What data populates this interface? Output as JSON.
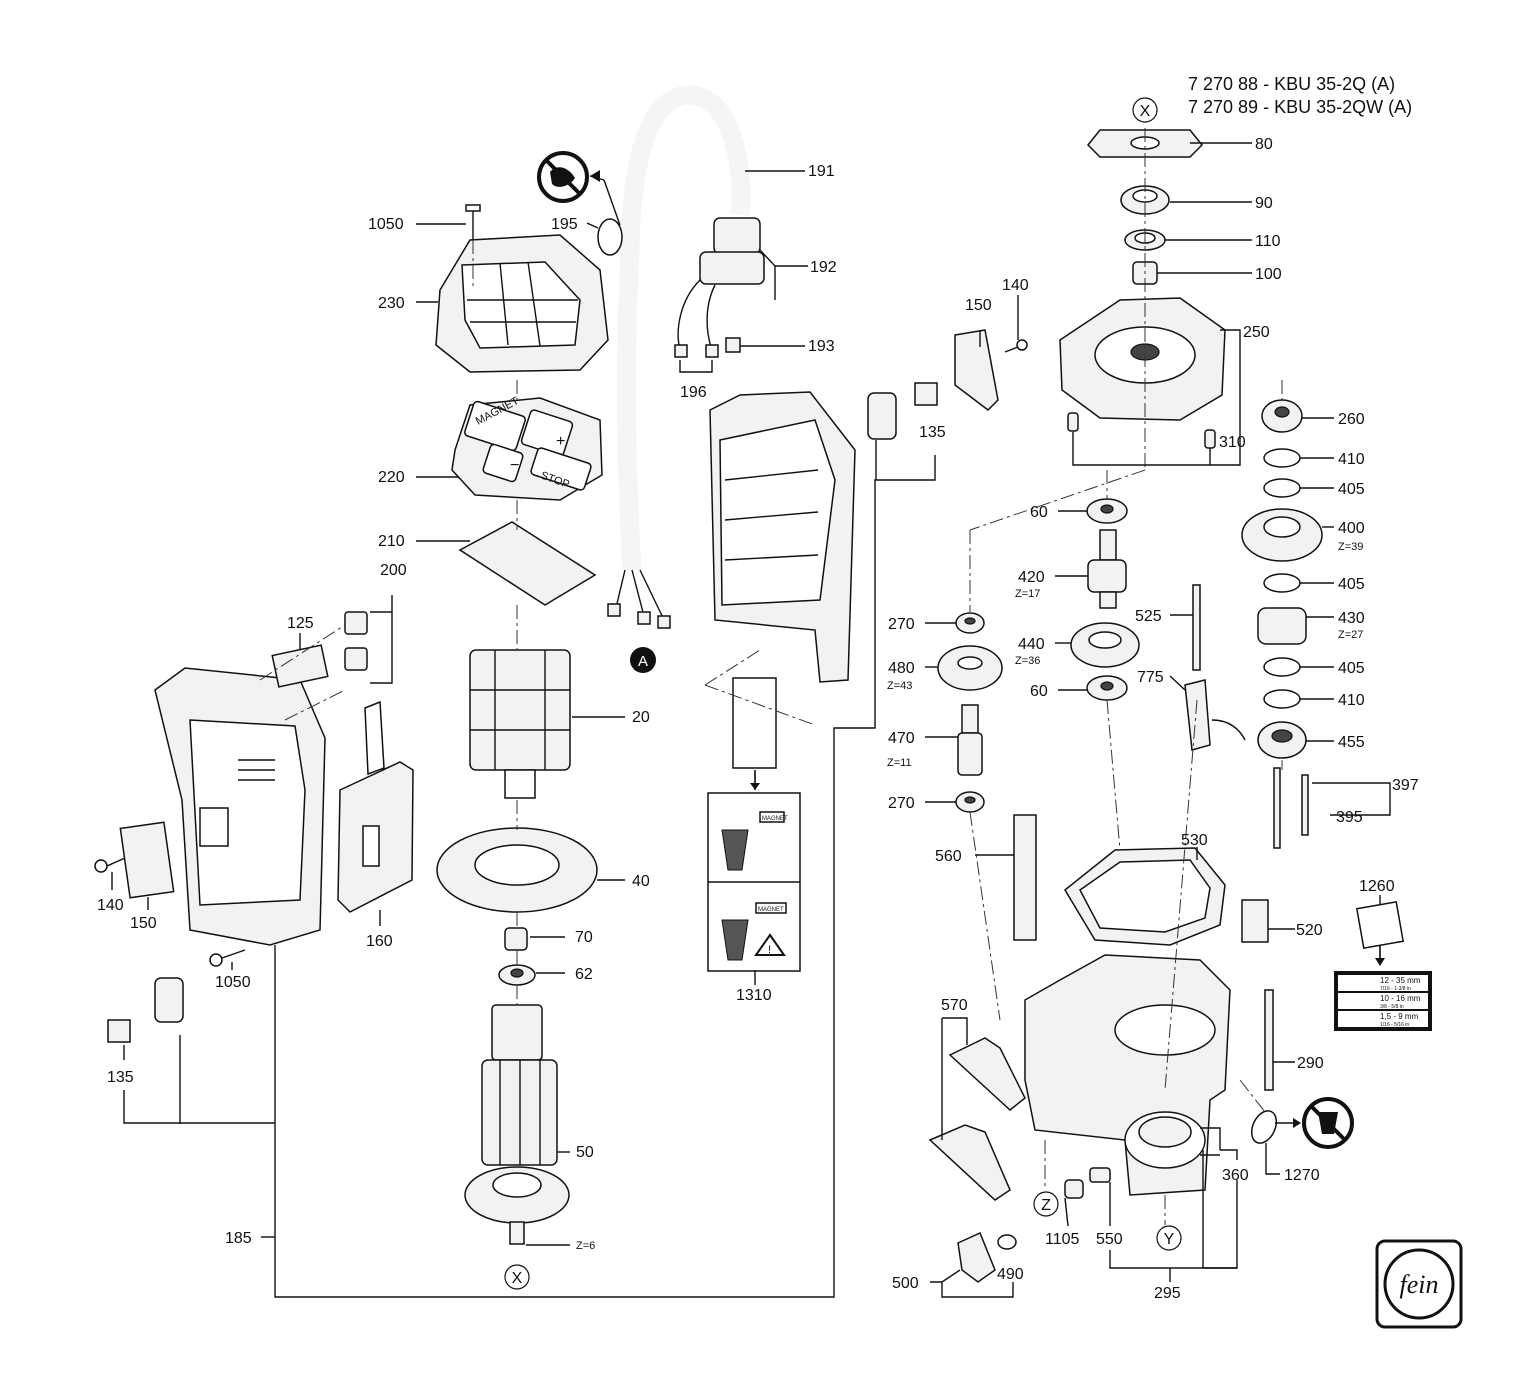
{
  "header": {
    "model_line_1": "7 270 88 - KBU 35-2Q (A)",
    "model_line_2": "7 270 89 - KBU 35-2QW (A)"
  },
  "refs": {
    "x": "X",
    "y": "Y",
    "z": "Z",
    "a": "A"
  },
  "labels": {
    "p1050a": "1050",
    "p230": "230",
    "p220": "220",
    "p210": "210",
    "p200": "200",
    "p125": "125",
    "p140a": "140",
    "p150a": "150",
    "p1050b": "1050",
    "p160": "160",
    "p135a": "135",
    "p185": "185",
    "p195": "195",
    "p191": "191",
    "p192": "192",
    "p193": "193",
    "p196": "196",
    "p20": "20",
    "p40": "40",
    "p70": "70",
    "p62": "62",
    "p50": "50",
    "p1310": "1310",
    "p150b": "150",
    "p140b": "140",
    "p135b": "135",
    "p80": "80",
    "p90": "90",
    "p110": "110",
    "p100": "100",
    "p250": "250",
    "p310": "310",
    "p260": "260",
    "p410a": "410",
    "p405a": "405",
    "p400": "400",
    "p405b": "405",
    "p430": "430",
    "p405c": "405",
    "p410b": "410",
    "p455": "455",
    "p397": "397",
    "p395": "395",
    "p60a": "60",
    "p420": "420",
    "p270a": "270",
    "p440": "440",
    "p480": "480",
    "p60b": "60",
    "p470": "470",
    "p270b": "270",
    "p525": "525",
    "p775": "775",
    "p560": "560",
    "p530": "530",
    "p520": "520",
    "p1260": "1260",
    "p570": "570",
    "p290": "290",
    "p1270": "1270",
    "p360": "360",
    "p1105": "1105",
    "p550": "550",
    "p500": "500",
    "p490": "490",
    "p295": "295"
  },
  "tooth_counts": {
    "z6": "Z=6",
    "z17": "Z=17",
    "z36": "Z=36",
    "z43": "Z=43",
    "z11": "Z=11",
    "z39": "Z=39",
    "z27": "Z=27"
  },
  "switch_buttons": {
    "magnet": "MAGNET",
    "stop": "STOP",
    "minus": "−",
    "plus": "+"
  },
  "warning_labels": {
    "magnet_top": "MAGNET",
    "magnet_bottom": "MAGNET"
  },
  "drill_chart": [
    {
      "line1": "12 - 35 mm",
      "line2": "7/16 - 1-3/8 in"
    },
    {
      "line1": "10 - 16 mm",
      "line2": "3/8 - 5/8 in"
    },
    {
      "line1": "1,5 - 9 mm",
      "line2": "1/16 - 5/16 in"
    }
  ],
  "logo_text": "fein"
}
